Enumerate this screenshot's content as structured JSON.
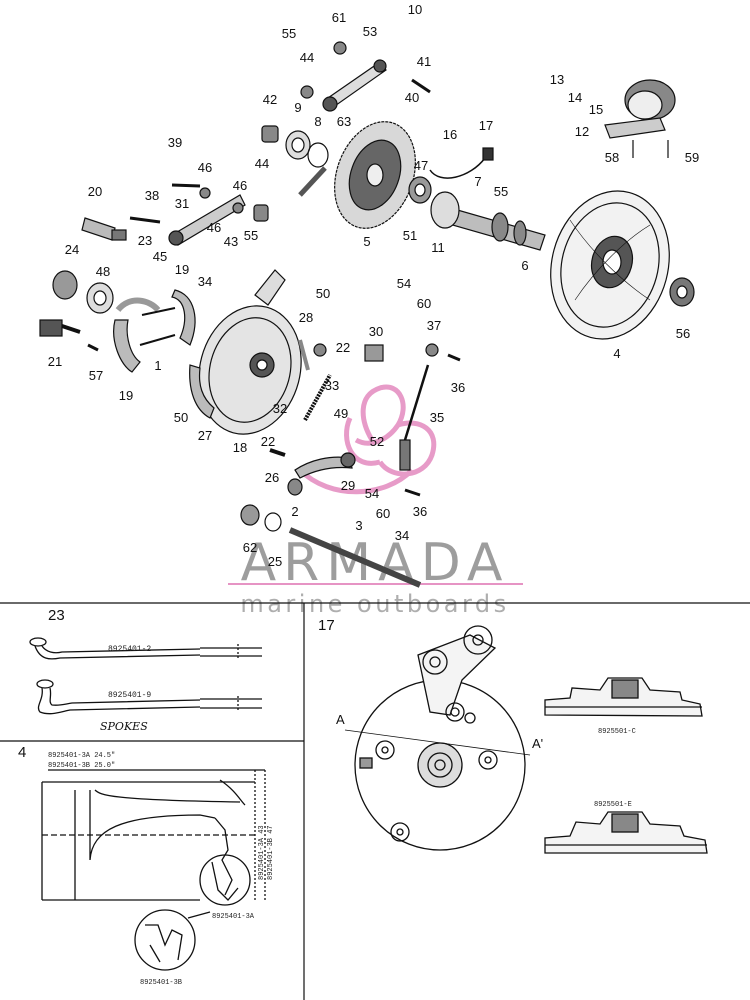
{
  "callouts": [
    {
      "id": "c61",
      "text": "61"
    },
    {
      "id": "c10",
      "text": "10"
    },
    {
      "id": "c55a",
      "text": "55"
    },
    {
      "id": "c53",
      "text": "53"
    },
    {
      "id": "c44a",
      "text": "44"
    },
    {
      "id": "c41",
      "text": "41"
    },
    {
      "id": "c13",
      "text": "13"
    },
    {
      "id": "c14",
      "text": "14"
    },
    {
      "id": "c15",
      "text": "15"
    },
    {
      "id": "c42",
      "text": "42"
    },
    {
      "id": "c9",
      "text": "9"
    },
    {
      "id": "c8",
      "text": "8"
    },
    {
      "id": "c63",
      "text": "63"
    },
    {
      "id": "c40",
      "text": "40"
    },
    {
      "id": "c12",
      "text": "12"
    },
    {
      "id": "c16",
      "text": "16"
    },
    {
      "id": "c17",
      "text": "17"
    },
    {
      "id": "c39",
      "text": "39"
    },
    {
      "id": "c46a",
      "text": "46"
    },
    {
      "id": "c44b",
      "text": "44"
    },
    {
      "id": "c58a",
      "text": "58"
    },
    {
      "id": "c59",
      "text": "59"
    },
    {
      "id": "c20",
      "text": "20"
    },
    {
      "id": "c38",
      "text": "38"
    },
    {
      "id": "c31",
      "text": "31"
    },
    {
      "id": "c46b",
      "text": "46"
    },
    {
      "id": "c47",
      "text": "47"
    },
    {
      "id": "c7",
      "text": "7"
    },
    {
      "id": "c55b",
      "text": "55"
    },
    {
      "id": "c23",
      "text": "23"
    },
    {
      "id": "c46c",
      "text": "46"
    },
    {
      "id": "c43",
      "text": "43"
    },
    {
      "id": "c55c",
      "text": "55"
    },
    {
      "id": "c5",
      "text": "5"
    },
    {
      "id": "c51",
      "text": "51"
    },
    {
      "id": "c11",
      "text": "11"
    },
    {
      "id": "c6",
      "text": "6"
    },
    {
      "id": "c24",
      "text": "24"
    },
    {
      "id": "c45",
      "text": "45"
    },
    {
      "id": "c19a",
      "text": "19"
    },
    {
      "id": "c48",
      "text": "48"
    },
    {
      "id": "c34a",
      "text": "34"
    },
    {
      "id": "c54a",
      "text": "54"
    },
    {
      "id": "c50a",
      "text": "50"
    },
    {
      "id": "c60a",
      "text": "60"
    },
    {
      "id": "c28",
      "text": "28"
    },
    {
      "id": "c37",
      "text": "37"
    },
    {
      "id": "c30",
      "text": "30"
    },
    {
      "id": "c22a",
      "text": "22"
    },
    {
      "id": "c21",
      "text": "21"
    },
    {
      "id": "c57",
      "text": "57"
    },
    {
      "id": "c1",
      "text": "1"
    },
    {
      "id": "c4",
      "text": "4"
    },
    {
      "id": "c56",
      "text": "56"
    },
    {
      "id": "c36a",
      "text": "36"
    },
    {
      "id": "c19b",
      "text": "19"
    },
    {
      "id": "c33",
      "text": "33"
    },
    {
      "id": "c49",
      "text": "49"
    },
    {
      "id": "c35",
      "text": "35"
    },
    {
      "id": "c32",
      "text": "32"
    },
    {
      "id": "c50b",
      "text": "50"
    },
    {
      "id": "c27",
      "text": "27"
    },
    {
      "id": "c18",
      "text": "18"
    },
    {
      "id": "c22b",
      "text": "22"
    },
    {
      "id": "c52",
      "text": "52"
    },
    {
      "id": "c26",
      "text": "26"
    },
    {
      "id": "c29",
      "text": "29"
    },
    {
      "id": "c54b",
      "text": "54"
    },
    {
      "id": "c60b",
      "text": "60"
    },
    {
      "id": "c2",
      "text": "2"
    },
    {
      "id": "c36b",
      "text": "36"
    },
    {
      "id": "c3",
      "text": "3"
    },
    {
      "id": "c34b",
      "text": "34"
    },
    {
      "id": "c62",
      "text": "62"
    },
    {
      "id": "c25",
      "text": "25"
    }
  ],
  "watermark": {
    "title": "ARMADA",
    "subtitle": "marine outboards",
    "title_color": "#8d8d8d",
    "logo_color": "#e07ab6"
  },
  "panels": {
    "spokes": {
      "number": "23",
      "part_a": "8925401-2",
      "part_b": "8925401-9",
      "caption": "SPOKES"
    },
    "rim": {
      "number": "4",
      "spec_a": "8925401-3A  24.5\"",
      "spec_b": "8925401-3B  25.0\"",
      "vertical_a": "8925401-3A  43",
      "vertical_b": "8925401-3B  47",
      "detail_a": "8925401-3A",
      "detail_b": "8925401-3B"
    },
    "brake_plate": {
      "number": "17",
      "section_a": "A",
      "section_b": "A'",
      "part_c": "8925501-C",
      "part_e": "8925501-E"
    }
  }
}
